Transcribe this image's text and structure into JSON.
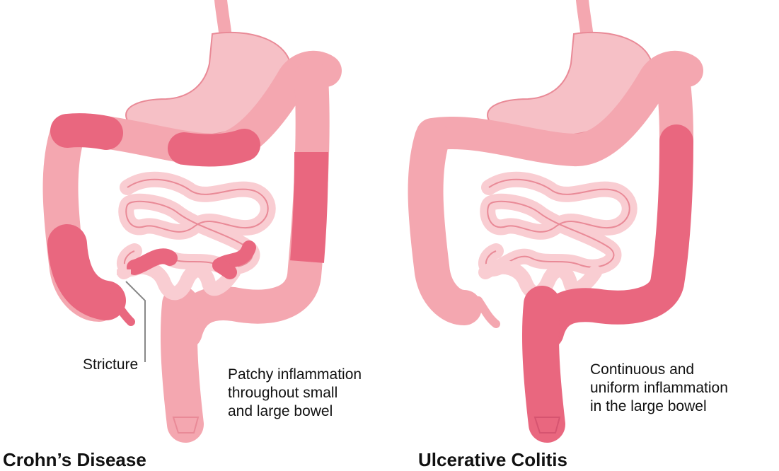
{
  "left": {
    "title": "Crohn’s Disease",
    "stricture_label": "Stricture",
    "description": "Patchy inflammation\nthroughout small\nand large bowel"
  },
  "right": {
    "title": "Ulcerative Colitis",
    "description": "Continuous and\nuniform inflammation\nin the large bowel"
  },
  "colors": {
    "tissue": "#f4a7b0",
    "tissue_light": "#f9cdd2",
    "stomach": "#f6c0c6",
    "outline": "#e98a97",
    "inflamed": "#e9677f"
  }
}
